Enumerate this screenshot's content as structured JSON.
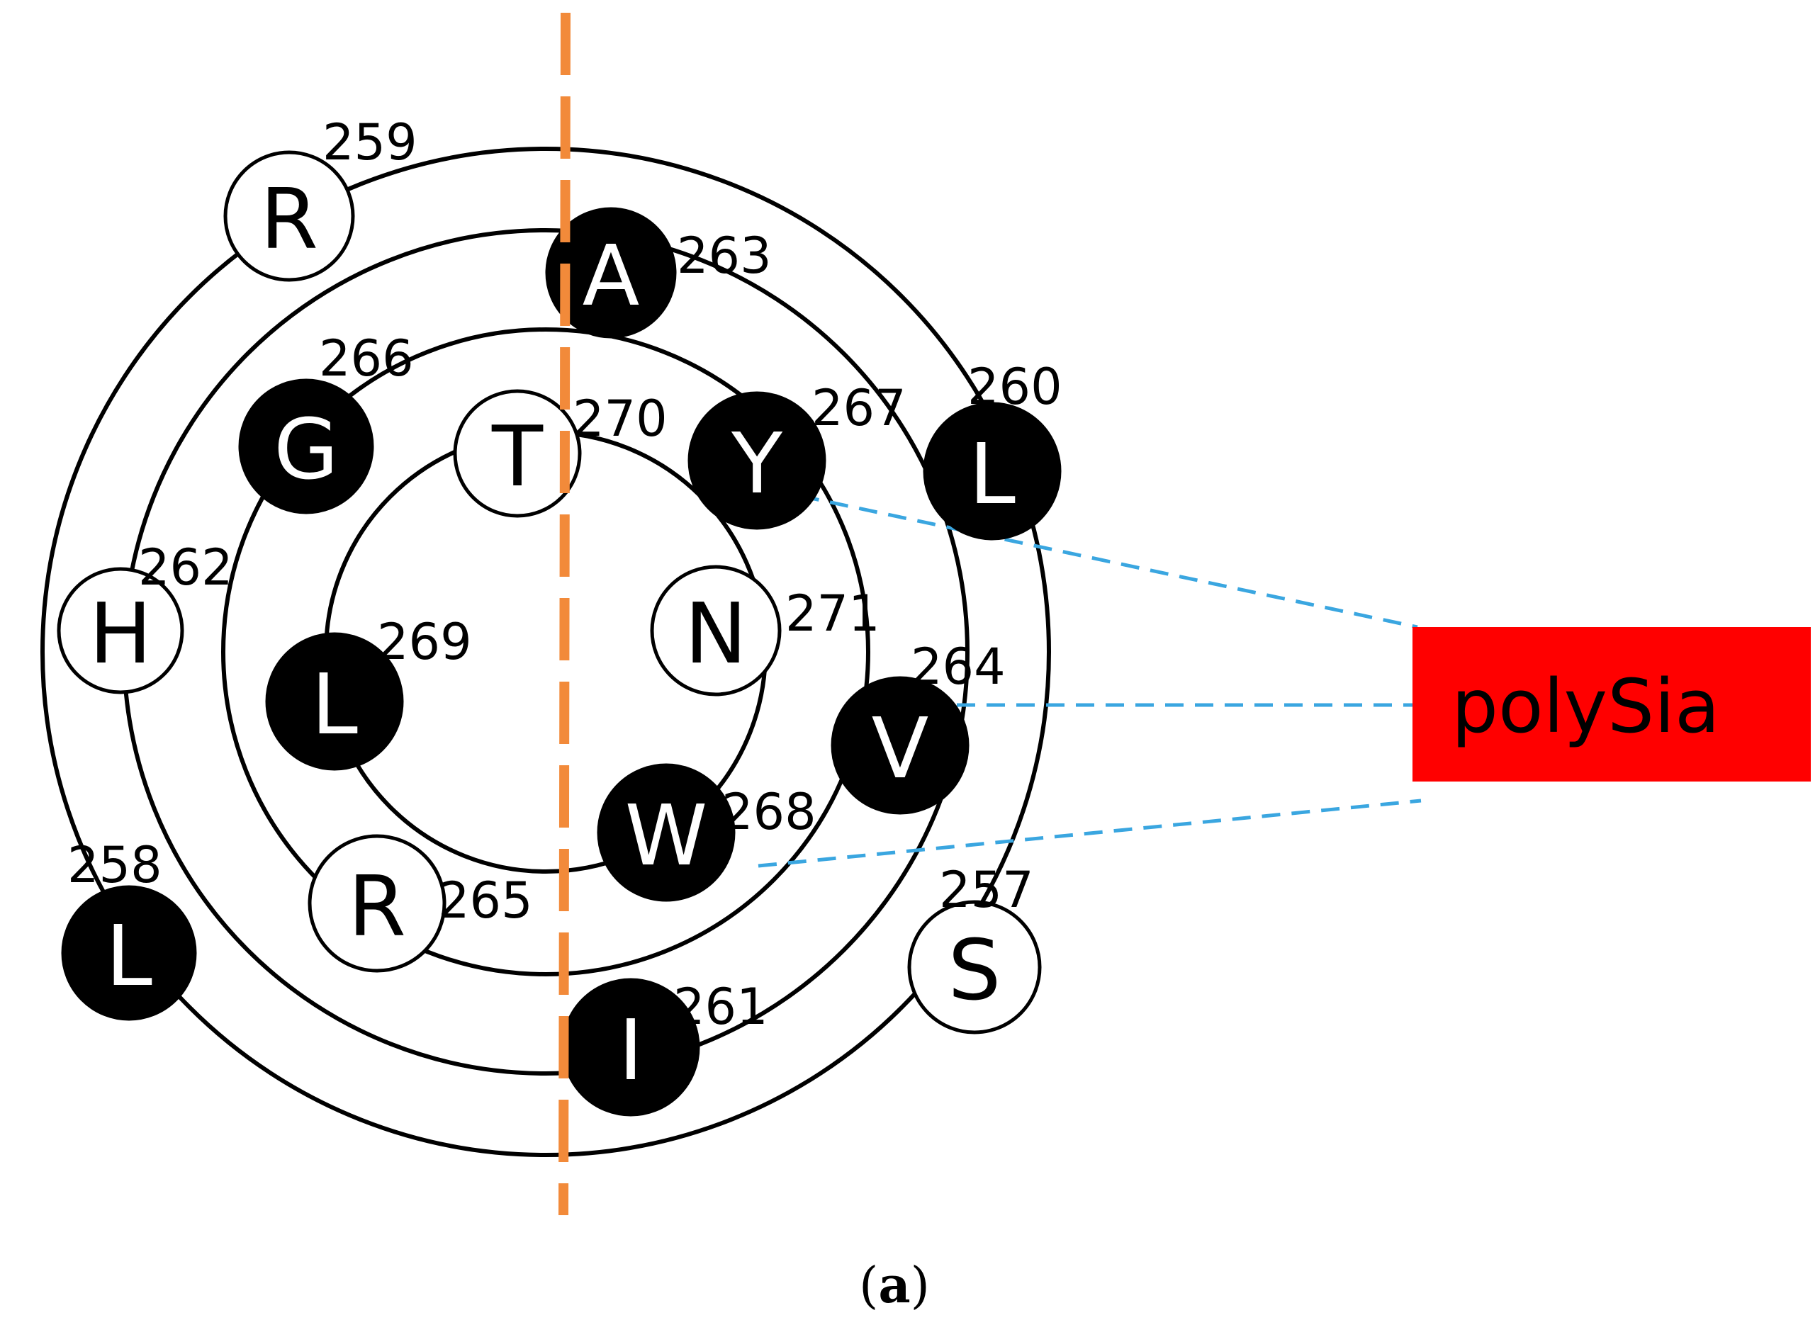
{
  "diagram": {
    "residues": [
      {
        "letter": "R",
        "number": "259",
        "filled": false
      },
      {
        "letter": "A",
        "number": "263",
        "filled": true
      },
      {
        "letter": "G",
        "number": "266",
        "filled": true
      },
      {
        "letter": "T",
        "number": "270",
        "filled": false
      },
      {
        "letter": "Y",
        "number": "267",
        "filled": true
      },
      {
        "letter": "L",
        "number": "260",
        "filled": true
      },
      {
        "letter": "H",
        "number": "262",
        "filled": false
      },
      {
        "letter": "L",
        "number": "269",
        "filled": true
      },
      {
        "letter": "N",
        "number": "271",
        "filled": false
      },
      {
        "letter": "V",
        "number": "264",
        "filled": true
      },
      {
        "letter": "W",
        "number": "268",
        "filled": true
      },
      {
        "letter": "R",
        "number": "265",
        "filled": false
      },
      {
        "letter": "L",
        "number": "258",
        "filled": true
      },
      {
        "letter": "S",
        "number": "257",
        "filled": false
      },
      {
        "letter": "I",
        "number": "261",
        "filled": true
      }
    ],
    "target_label": "polySia",
    "caption": {
      "open": "(",
      "letter": "a",
      "close": ")"
    }
  },
  "colors": {
    "filled_residue": "#000000",
    "open_residue": "#ffffff",
    "axis_line": "#f28a3a",
    "link_lines": "#3aa6e0",
    "target_box": "#ff0000"
  }
}
